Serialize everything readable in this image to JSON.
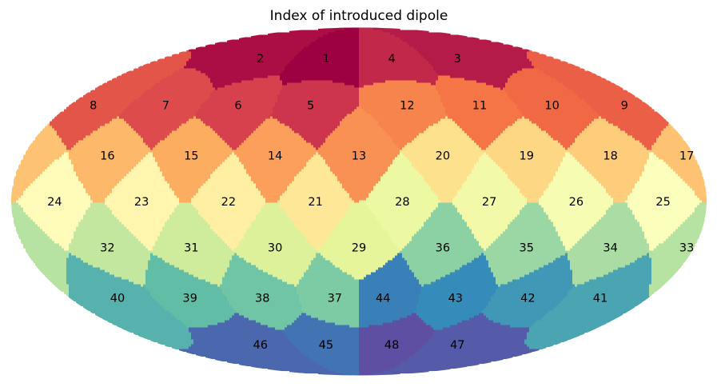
{
  "chart_data": {
    "type": "heatmap",
    "projection": "mollweide",
    "title": "Index of introduced dipole",
    "colormap": "Spectral",
    "value_range": [
      1,
      48
    ],
    "grid": false,
    "tiles": [
      {
        "id": 1,
        "lon": -30,
        "lat": 66
      },
      {
        "id": 2,
        "lon": -90,
        "lat": 66
      },
      {
        "id": 3,
        "lon": 90,
        "lat": 66
      },
      {
        "id": 4,
        "lon": 30,
        "lat": 66
      },
      {
        "id": 5,
        "lon": -30,
        "lat": 41.8
      },
      {
        "id": 6,
        "lon": -75,
        "lat": 41.8
      },
      {
        "id": 7,
        "lon": -120,
        "lat": 41.8
      },
      {
        "id": 8,
        "lon": -165,
        "lat": 41.8
      },
      {
        "id": 9,
        "lon": 165,
        "lat": 41.8
      },
      {
        "id": 10,
        "lon": 120,
        "lat": 41.8
      },
      {
        "id": 11,
        "lon": 75,
        "lat": 41.8
      },
      {
        "id": 12,
        "lon": 30,
        "lat": 41.8
      },
      {
        "id": 13,
        "lon": -0.01,
        "lat": 19.5
      },
      {
        "id": 14,
        "lon": -45,
        "lat": 19.5
      },
      {
        "id": 15,
        "lon": -90,
        "lat": 19.5
      },
      {
        "id": 16,
        "lon": -135,
        "lat": 19.5
      },
      {
        "id": 17,
        "lon": 180,
        "lat": 19.5
      },
      {
        "id": 18,
        "lon": 135,
        "lat": 19.5
      },
      {
        "id": 19,
        "lon": 90,
        "lat": 19.5
      },
      {
        "id": 20,
        "lon": 45,
        "lat": 19.5
      },
      {
        "id": 21,
        "lon": -22.5,
        "lat": 0
      },
      {
        "id": 22,
        "lon": -67.5,
        "lat": 0
      },
      {
        "id": 23,
        "lon": -112.5,
        "lat": 0
      },
      {
        "id": 24,
        "lon": -157.5,
        "lat": 0
      },
      {
        "id": 25,
        "lon": 157.5,
        "lat": 0
      },
      {
        "id": 26,
        "lon": 112.5,
        "lat": 0
      },
      {
        "id": 27,
        "lon": 67.5,
        "lat": 0
      },
      {
        "id": 28,
        "lon": 22.5,
        "lat": 0
      },
      {
        "id": 29,
        "lon": 0.01,
        "lat": -19.5
      },
      {
        "id": 30,
        "lon": -45,
        "lat": -19.5
      },
      {
        "id": 31,
        "lon": -90,
        "lat": -19.5
      },
      {
        "id": 32,
        "lon": -135,
        "lat": -19.5
      },
      {
        "id": 33,
        "lon": 180,
        "lat": -19.5
      },
      {
        "id": 34,
        "lon": 135,
        "lat": -19.5
      },
      {
        "id": 35,
        "lon": 90,
        "lat": -19.5
      },
      {
        "id": 36,
        "lon": 45,
        "lat": -19.5
      },
      {
        "id": 37,
        "lon": -15,
        "lat": -41.8
      },
      {
        "id": 38,
        "lon": -60,
        "lat": -41.8
      },
      {
        "id": 39,
        "lon": -105,
        "lat": -41.8
      },
      {
        "id": 40,
        "lon": -150,
        "lat": -41.8
      },
      {
        "id": 41,
        "lon": 150,
        "lat": -41.8
      },
      {
        "id": 42,
        "lon": 105,
        "lat": -41.8
      },
      {
        "id": 43,
        "lon": 60,
        "lat": -41.8
      },
      {
        "id": 44,
        "lon": 15,
        "lat": -41.8
      },
      {
        "id": 45,
        "lon": -30,
        "lat": -66
      },
      {
        "id": 46,
        "lon": -90,
        "lat": -66
      },
      {
        "id": 47,
        "lon": 90,
        "lat": -66
      },
      {
        "id": 48,
        "lon": 30,
        "lat": -66
      }
    ]
  }
}
